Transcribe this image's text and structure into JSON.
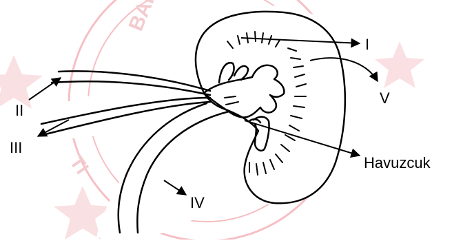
{
  "diagram": {
    "labels": {
      "one": "I",
      "two": "II",
      "three": "III",
      "four": "IV",
      "five": "V",
      "pelvis": "Havuzcuk"
    },
    "watermark": {
      "color": "#e8a3a8",
      "text_top": "BAK",
      "text_side": "TI"
    },
    "line_color": "#000000"
  }
}
